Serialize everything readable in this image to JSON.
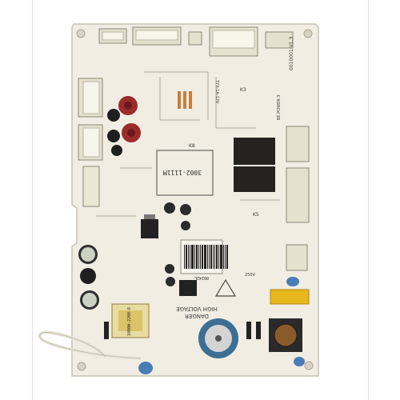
{
  "image": {
    "subject": "refrigerator control circuit board"
  },
  "silkscreen": {
    "chip_label": "3002-1111M",
    "warning_line1": "HIGH VOLTAGE",
    "warning_line2": "DANGER",
    "board_code": "0010001.V1.3",
    "transformer_label": "1000W-2200-8",
    "batch_code": "00242L",
    "relay_label": "T73-1A-12V",
    "power_label": "BE POWER 3",
    "fuse_label": "250V",
    "k_marks": [
      "K8",
      "K5",
      "K3"
    ]
  },
  "colors": {
    "board": "#f1ede3",
    "connector": "#e9e4d3",
    "relay": "#26221f",
    "capacitor_red": "#9c2b2b",
    "capacitor_blue": "#3c6f93",
    "capacitor_yellow": "#e7b81c",
    "cable": "#e8e5d8"
  }
}
